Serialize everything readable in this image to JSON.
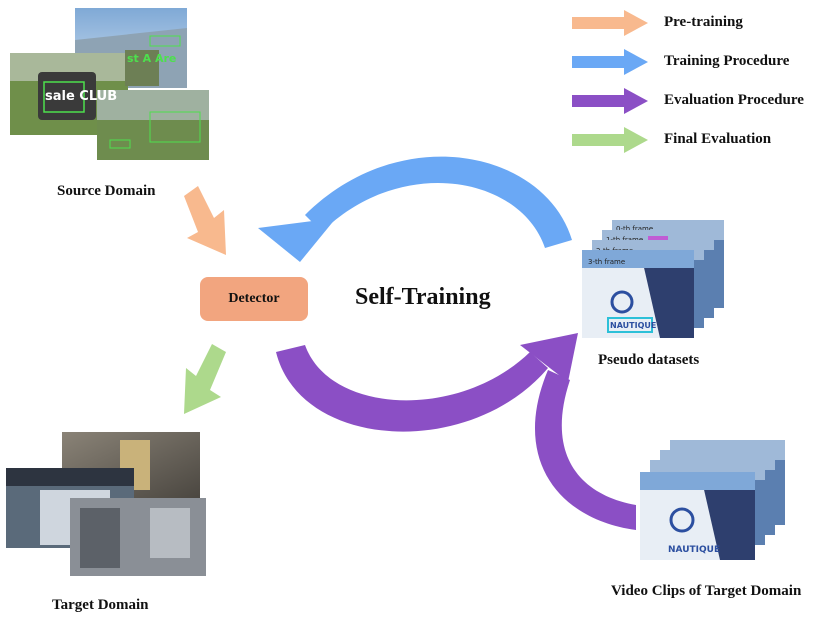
{
  "legend": {
    "items": [
      {
        "label": "Pre-training",
        "color": "#f8b98e"
      },
      {
        "label": "Training Procedure",
        "color": "#6aa8f5"
      },
      {
        "label": "Evaluation Procedure",
        "color": "#8b4fc5"
      },
      {
        "label": "Final Evaluation",
        "color": "#add98c"
      }
    ]
  },
  "labels": {
    "source_domain": "Source Domain",
    "target_domain": "Target Domain",
    "detector": "Detector",
    "self_training": "Self-Training",
    "pseudo_datasets": "Pseudo datasets",
    "video_clips": "Video Clips of Target Domain"
  },
  "photo_text": {
    "sign": "sale CLUB",
    "scene_text_1": "st A Are",
    "frames": [
      "0-th frame",
      "1-th frame",
      "2-th frame",
      "3-th frame"
    ],
    "brand": "NAUTIQUE"
  },
  "colors": {
    "pretraining": "#f8b98e",
    "training": "#6aa8f5",
    "evaluation": "#8b4fc5",
    "final": "#add98c",
    "detector_fill": "#f2a57f"
  }
}
